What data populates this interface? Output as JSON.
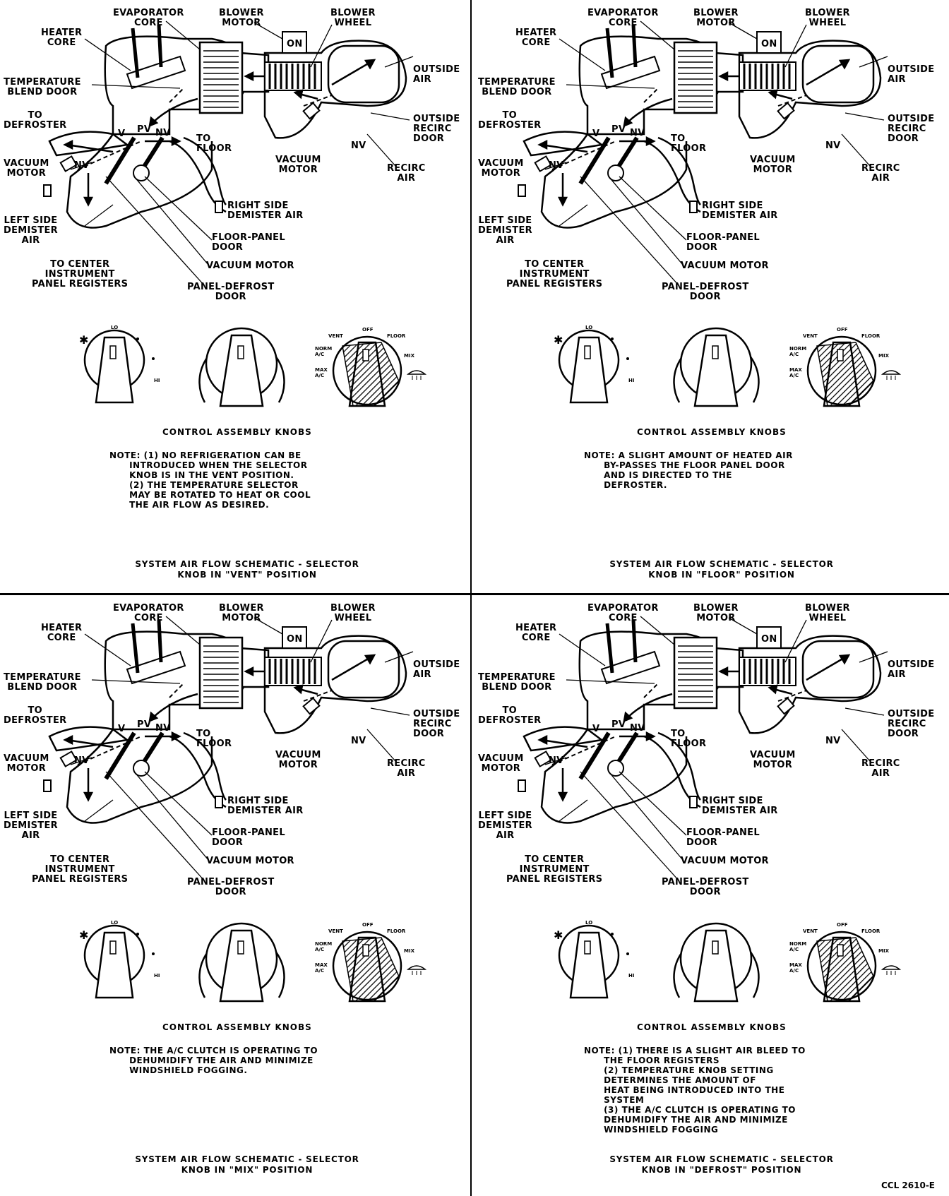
{
  "panels": [
    {
      "labels": {
        "evaporator": "EVAPORATOR\nCORE",
        "blower_motor": "BLOWER\nMOTOR",
        "blower_wheel": "BLOWER\nWHEEL",
        "heater_core": "HEATER\nCORE",
        "outside_air": "OUTSIDE\nAIR",
        "temp_blend": "TEMPERATURE\nBLEND DOOR",
        "outside_recirc": "OUTSIDE\nRECIRC\nDOOR",
        "to_defroster": "TO\nDEFROSTER",
        "to_floor": "TO\nFLOOR",
        "vacuum_motor_left": "VACUUM\nMOTOR",
        "vacuum_motor_mid": "VACUUM\nMOTOR",
        "recirc_air": "RECIRC\nAIR",
        "right_demister": "RIGHT SIDE\nDEMISTER AIR",
        "left_demister": "LEFT SIDE\nDEMISTER\nAIR",
        "floor_panel_door": "FLOOR-PANEL\nDOOR",
        "vacuum_motor_bottom": "VACUUM MOTOR",
        "center_registers": "TO CENTER\nINSTRUMENT\nPANEL REGISTERS",
        "panel_defrost": "PANEL-DEFROST\nDOOR",
        "on": "ON",
        "v": "V",
        "pv": "PV",
        "nv": "NV",
        "nv2": "NV",
        "nv3": "NV"
      },
      "knobs": {
        "fan_lo": "LO",
        "fan_hi": "HI",
        "mode_vent": "VENT",
        "mode_off": "OFF",
        "mode_floor": "FLOOR",
        "mode_norm": "NORM\nA/C",
        "mode_max": "MAX\nA/C",
        "mode_mix": "MIX"
      },
      "caption": "CONTROL ASSEMBLY KNOBS",
      "note": "NOTE: (1) NO REFRIGERATION CAN BE\n      INTRODUCED WHEN THE SELECTOR\n      KNOB IS IN THE VENT POSITION.\n      (2) THE TEMPERATURE SELECTOR\n      MAY BE ROTATED TO HEAT OR COOL\n      THE AIR FLOW AS DESIRED.",
      "title": "SYSTEM AIR FLOW SCHEMATIC - SELECTOR\nKNOB IN \"VENT\" POSITION"
    },
    {
      "labels": {
        "evaporator": "EVAPORATOR\nCORE",
        "blower_motor": "BLOWER\nMOTOR",
        "blower_wheel": "BLOWER\nWHEEL",
        "heater_core": "HEATER\nCORE",
        "outside_air": "OUTSIDE\nAIR",
        "temp_blend": "TEMPERATURE\nBLEND DOOR",
        "outside_recirc": "OUTSIDE\nRECIRC\nDOOR",
        "to_defroster": "TO\nDEFROSTER",
        "to_floor": "TO\nFLOOR",
        "vacuum_motor_left": "VACUUM\nMOTOR",
        "vacuum_motor_mid": "VACUUM\nMOTOR",
        "recirc_air": "RECIRC\nAIR",
        "right_demister": "RIGHT SIDE\nDEMISTER AIR",
        "left_demister": "LEFT SIDE\nDEMISTER\nAIR",
        "floor_panel_door": "FLOOR-PANEL\nDOOR",
        "vacuum_motor_bottom": "VACUUM MOTOR",
        "center_registers": "TO CENTER\nINSTRUMENT\nPANEL REGISTERS",
        "panel_defrost": "PANEL-DEFROST\nDOOR",
        "on": "ON",
        "v": "V",
        "pv": "PV",
        "nv": "NV",
        "nv2": "NV",
        "nv3": "NV"
      },
      "knobs": {
        "fan_lo": "LO",
        "fan_hi": "HI",
        "mode_vent": "VENT",
        "mode_off": "OFF",
        "mode_floor": "FLOOR",
        "mode_norm": "NORM\nA/C",
        "mode_max": "MAX\nA/C",
        "mode_mix": "MIX"
      },
      "caption": "CONTROL ASSEMBLY KNOBS",
      "note": "NOTE: A SLIGHT AMOUNT OF HEATED AIR\n      BY-PASSES THE FLOOR PANEL DOOR\n      AND IS DIRECTED TO THE\n      DEFROSTER.",
      "title": "SYSTEM AIR FLOW SCHEMATIC - SELECTOR\nKNOB IN \"FLOOR\" POSITION"
    },
    {
      "labels": {
        "evaporator": "EVAPORATOR\nCORE",
        "blower_motor": "BLOWER\nMOTOR",
        "blower_wheel": "BLOWER\nWHEEL",
        "heater_core": "HEATER\nCORE",
        "outside_air": "OUTSIDE\nAIR",
        "temp_blend": "TEMPERATURE\nBLEND DOOR",
        "outside_recirc": "OUTSIDE\nRECIRC\nDOOR",
        "to_defroster": "TO\nDEFROSTER",
        "to_floor": "TO\nFLOOR",
        "vacuum_motor_left": "VACUUM\nMOTOR",
        "vacuum_motor_mid": "VACUUM\nMOTOR",
        "recirc_air": "RECIRC\nAIR",
        "right_demister": "RIGHT SIDE\nDEMISTER AIR",
        "left_demister": "LEFT SIDE\nDEMISTER\nAIR",
        "floor_panel_door": "FLOOR-PANEL\nDOOR",
        "vacuum_motor_bottom": "VACUUM MOTOR",
        "center_registers": "TO CENTER\nINSTRUMENT\nPANEL REGISTERS",
        "panel_defrost": "PANEL-DEFROST\nDOOR",
        "on": "ON",
        "v": "V",
        "pv": "PV",
        "nv": "NV",
        "nv2": "NV",
        "nv3": "NV"
      },
      "knobs": {
        "fan_lo": "LO",
        "fan_hi": "HI",
        "mode_vent": "VENT",
        "mode_off": "OFF",
        "mode_floor": "FLOOR",
        "mode_norm": "NORM\nA/C",
        "mode_max": "MAX\nA/C",
        "mode_mix": "MIX"
      },
      "caption": "CONTROL ASSEMBLY KNOBS",
      "note": "NOTE: THE A/C CLUTCH IS OPERATING TO\n      DEHUMIDIFY THE AIR AND MINIMIZE\n      WINDSHIELD FOGGING.",
      "title": "SYSTEM AIR FLOW SCHEMATIC - SELECTOR\nKNOB IN \"MIX\" POSITION"
    },
    {
      "labels": {
        "evaporator": "EVAPORATOR\nCORE",
        "blower_motor": "BLOWER\nMOTOR",
        "blower_wheel": "BLOWER\nWHEEL",
        "heater_core": "HEATER\nCORE",
        "outside_air": "OUTSIDE\nAIR",
        "temp_blend": "TEMPERATURE\nBLEND DOOR",
        "outside_recirc": "OUTSIDE\nRECIRC\nDOOR",
        "to_defroster": "TO\nDEFROSTER",
        "to_floor": "TO\nFLOOR",
        "vacuum_motor_left": "VACUUM\nMOTOR",
        "vacuum_motor_mid": "VACUUM\nMOTOR",
        "recirc_air": "RECIRC\nAIR",
        "right_demister": "RIGHT SIDE\nDEMISTER AIR",
        "left_demister": "LEFT SIDE\nDEMISTER\nAIR",
        "floor_panel_door": "FLOOR-PANEL\nDOOR",
        "vacuum_motor_bottom": "VACUUM MOTOR",
        "center_registers": "TO CENTER\nINSTRUMENT\nPANEL REGISTERS",
        "panel_defrost": "PANEL-DEFROST\nDOOR",
        "on": "ON",
        "v": "V",
        "pv": "PV",
        "nv": "NV",
        "nv2": "NV",
        "nv3": "NV"
      },
      "knobs": {
        "fan_lo": "LO",
        "fan_hi": "HI",
        "mode_vent": "VENT",
        "mode_off": "OFF",
        "mode_floor": "FLOOR",
        "mode_norm": "NORM\nA/C",
        "mode_max": "MAX\nA/C",
        "mode_mix": "MIX"
      },
      "caption": "CONTROL ASSEMBLY KNOBS",
      "note": "NOTE: (1) THERE IS A SLIGHT AIR BLEED TO\n      THE FLOOR REGISTERS\n      (2) TEMPERATURE KNOB SETTING\n      DETERMINES THE AMOUNT OF\n      HEAT BEING INTRODUCED INTO THE\n      SYSTEM\n      (3) THE A/C CLUTCH IS OPERATING TO\n      DEHUMIDIFY THE AIR AND MINIMIZE\n      WINDSHIELD FOGGING",
      "title": "SYSTEM AIR FLOW SCHEMATIC - SELECTOR\nKNOB IN \"DEFROST\" POSITION"
    }
  ],
  "figure_code": "CCL 2610-E",
  "icons": [
    "fan-icon",
    "defrost-icon"
  ]
}
